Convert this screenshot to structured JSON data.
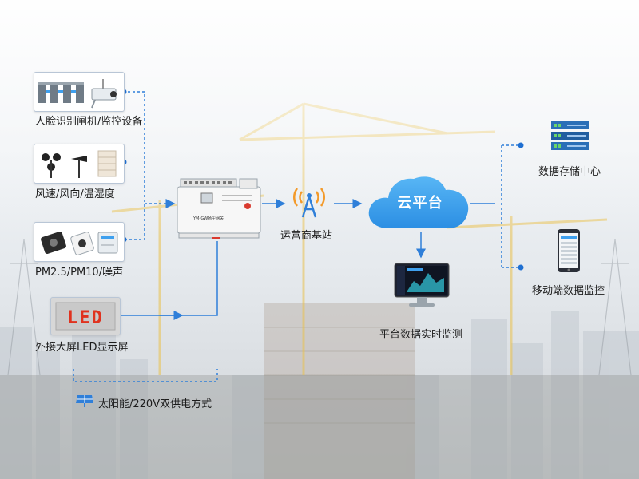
{
  "labels": {
    "face": "人脸识别闸机/监控设备",
    "wind": "风速/风向/温湿度",
    "pm": "PM2.5/PM10/噪声",
    "led": "外接大屏LED显示屏",
    "solar": "太阳能/220V双供电方式",
    "tower": "运营商基站",
    "cloud": "云平台",
    "monitor": "平台数据实时监测",
    "datacenter": "数据存储中心",
    "mobile": "移动端数据监控"
  },
  "gateway": {
    "model": "YM-GW扬尘网关"
  },
  "led_text": "LED",
  "colors": {
    "accent": "#2f7fd9",
    "cloud": "#3fa0ee",
    "orange": "#f39a2b",
    "dot": "#1f6fd1"
  }
}
